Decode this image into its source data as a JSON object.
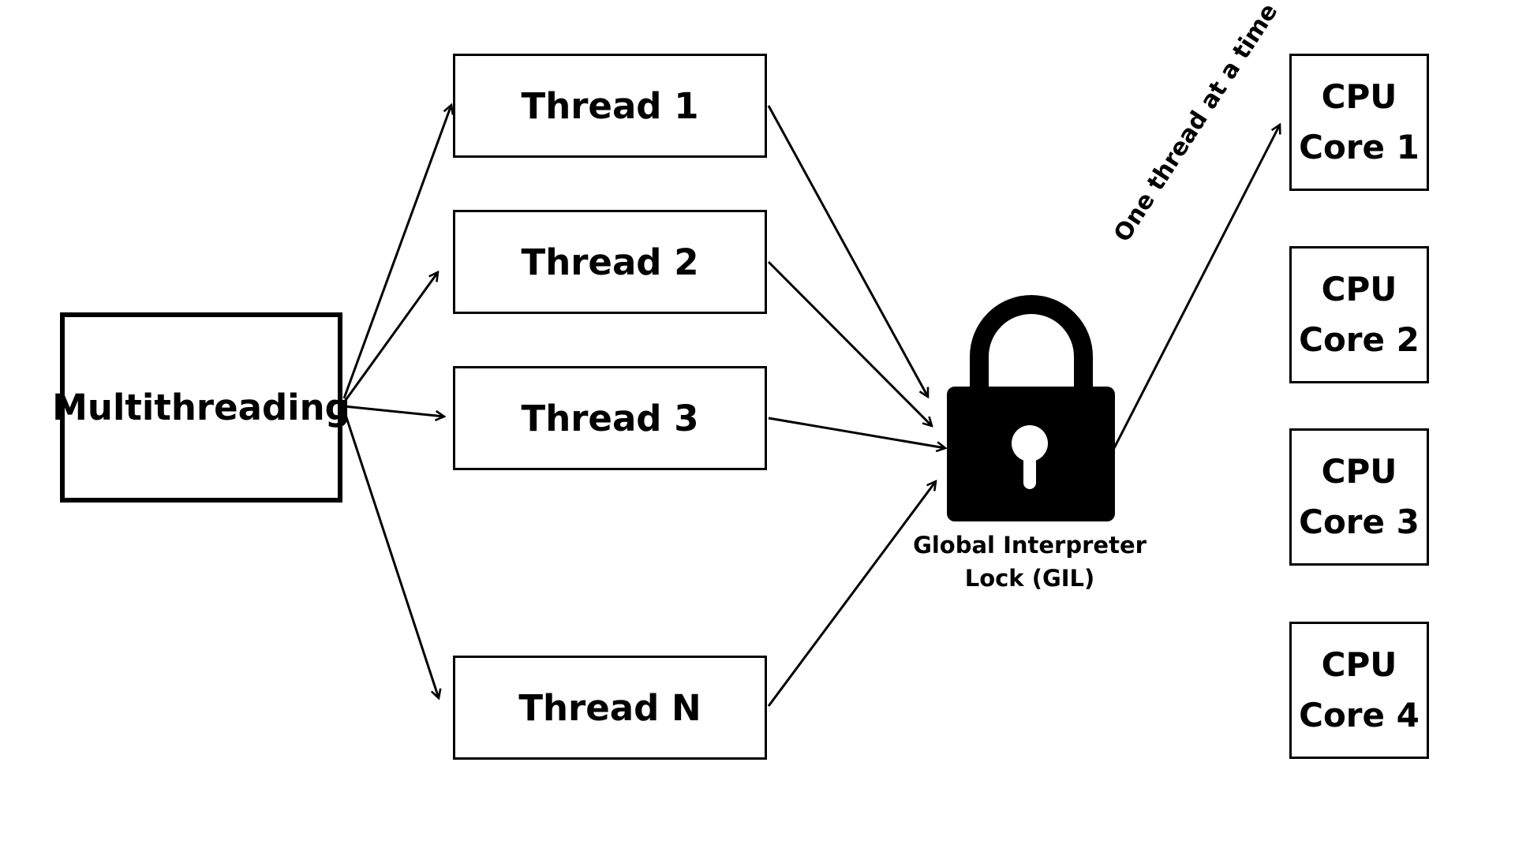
{
  "root": {
    "label": "Multithreading"
  },
  "threads": [
    {
      "label": "Thread 1"
    },
    {
      "label": "Thread 2"
    },
    {
      "label": "Thread 3"
    },
    {
      "label": "Thread N"
    }
  ],
  "lock": {
    "label_line1": "Global Interpreter",
    "label_line2": "Lock (GIL)",
    "output_label": "One thread at a time"
  },
  "cores": [
    {
      "line1": "CPU",
      "line2": "Core 1"
    },
    {
      "line1": "CPU",
      "line2": "Core 2"
    },
    {
      "line1": "CPU",
      "line2": "Core 3"
    },
    {
      "line1": "CPU",
      "line2": "Core 4"
    }
  ],
  "colors": {
    "stroke": "#000000",
    "background": "#ffffff"
  }
}
